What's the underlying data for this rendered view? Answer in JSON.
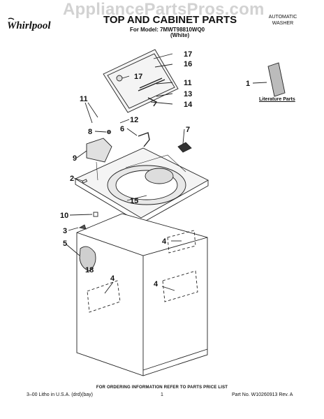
{
  "watermark": "AppliancePartsPros.com",
  "brand": "Whirlpool",
  "title": "TOP AND CABINET PARTS",
  "model_line": "For Model: 7MWT98810WQ0",
  "color_line": "(White)",
  "product_type_line1": "AUTOMATIC",
  "product_type_line2": "WASHER",
  "literature_label": "Literature Parts",
  "footer_notice": "FOR ORDERING INFORMATION REFER TO PARTS PRICE LIST",
  "footer_left": "3–00 Litho in U.S.A. (drd)(bay)",
  "footer_page": "1",
  "footer_right": "Part No. W10260913 Rev. A",
  "callouts": {
    "c17a": "17",
    "c16": "16",
    "c17b": "17",
    "c11a": "11",
    "c11b": "11",
    "c13": "13",
    "c14": "14",
    "c12": "12",
    "c8": "8",
    "c6": "6",
    "c7": "7",
    "c9": "9",
    "c2": "2",
    "c15": "15",
    "c10": "10",
    "c3": "3",
    "c5": "5",
    "c18": "18",
    "c4a": "4",
    "c4b": "4",
    "c4c": "4",
    "c1": "1"
  }
}
